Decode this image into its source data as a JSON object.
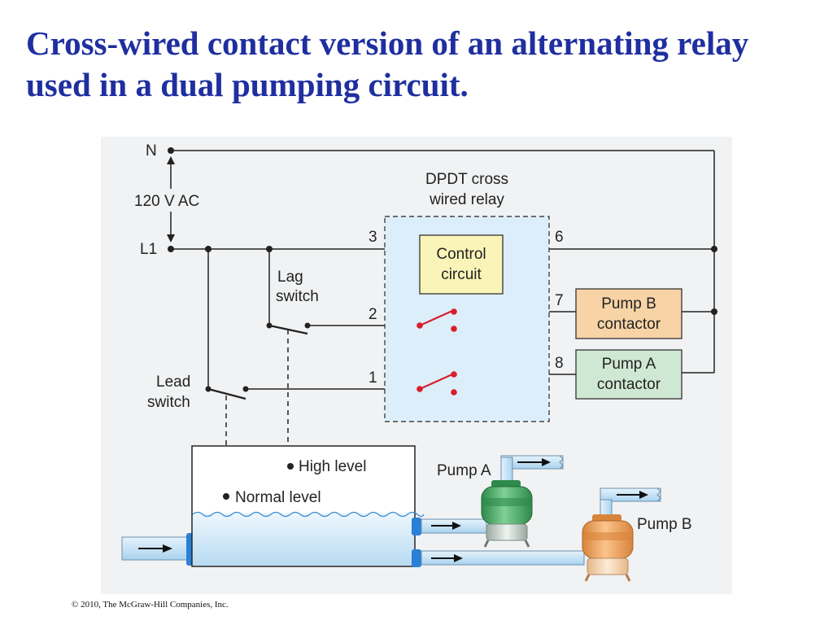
{
  "title": "Cross-wired contact version of an alternating relay used in a dual pumping circuit.",
  "diagram": {
    "terminal_n": "N",
    "supply_voltage": "120 V AC",
    "terminal_l1": "L1",
    "relay_label_line1": "DPDT cross",
    "relay_label_line2": "wired relay",
    "control_circuit_line1": "Control",
    "control_circuit_line2": "circuit",
    "lag_switch_line1": "Lag",
    "lag_switch_line2": "switch",
    "lead_switch_line1": "Lead",
    "lead_switch_line2": "switch",
    "pin_1": "1",
    "pin_2": "2",
    "pin_3": "3",
    "pin_6": "6",
    "pin_7": "7",
    "pin_8": "8",
    "pump_b_contactor_line1": "Pump B",
    "pump_b_contactor_line2": "contactor",
    "pump_a_contactor_line1": "Pump A",
    "pump_a_contactor_line2": "contactor",
    "high_level": "High level",
    "normal_level": "Normal level",
    "pump_a": "Pump A",
    "pump_b": "Pump B",
    "colors": {
      "title": "#1f2fa0",
      "wire": "#222222",
      "relay_contacts": "#d81e2c",
      "relay_cross_wire": "#2a2a9a",
      "relay_box_fill": "#dceef9",
      "control_box_fill": "#fbf4b8",
      "pump_b_contactor_fill": "#f8d3a6",
      "pump_a_contactor_fill": "#cfe8d3",
      "tank_fill": "#cfe6f6",
      "pump_a_color": "#38a25a",
      "pump_b_color": "#f2a257"
    }
  },
  "copyright": "© 2010, The McGraw-Hill Companies, Inc."
}
